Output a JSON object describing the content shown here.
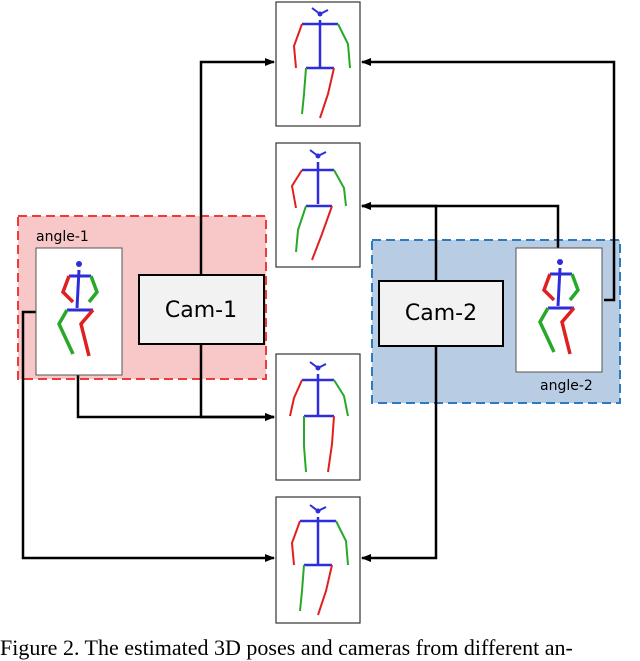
{
  "diagram": {
    "group_1": {
      "label": "angle-1",
      "fill": "#f8c8c8",
      "border": "#ee3b3b"
    },
    "group_2": {
      "label": "angle-2",
      "fill": "#b8cce4",
      "border": "#2a7bbf"
    },
    "camera_1": {
      "label": "Cam-1"
    },
    "camera_2": {
      "label": "Cam-2"
    },
    "pose_colors": {
      "spine": "#2d2ddb",
      "left": "#e02020",
      "right": "#28a828"
    }
  },
  "caption": "Figure 2. The estimated 3D poses and cameras from different an-"
}
